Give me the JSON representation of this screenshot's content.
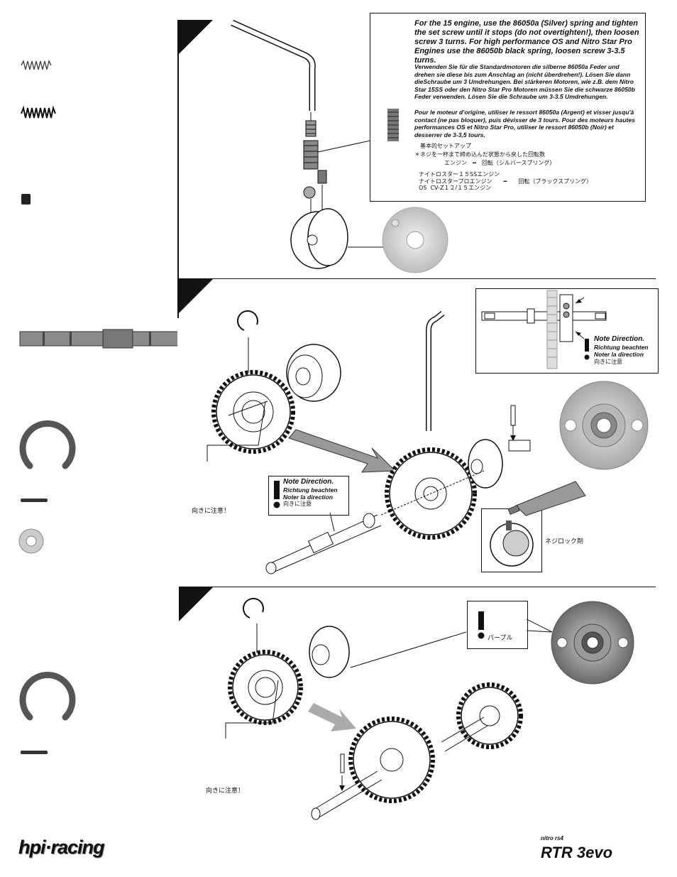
{
  "step1_note": {
    "english": "For the     15  engine, use the 86050a (Silver) spring and tighten the set screw until it stops (do not overtighten!), then loosen screw 3 turns. For high performance OS and Nitro Star Pro Engines use the 86050b black spring, loosen screw 3-3.5 turns.",
    "german": "Verwenden Sie für die Standardmotoren die silberne 86050a Feder und drehen sie diese bis zum Anschlag an (nicht überdrehen!). Lösen Sie dann dieSchraube um 3 Umdrehungen. Bei stärkeren Motoren, wie z.B. dem Nitro Star 15SS oder den Nitro Star Pro Motoren müssen Sie die schwarze 86050b Feder verwenden. Lösen Sie die Schraube um 3-3.5 Umdrehungen.",
    "french": "Pour le moteur d'origine, utiliser le ressort 86050a (Argent) et visser jusqu'à contact (ne pas bloquer), puis dévisser de 3 tours. Pour des moteurs hautes performances OS et Nitro Star Pro, utiliser le ressort 86050b (Noir) et desserrer de 3-3,5 tours.",
    "jp_line1": "基本的セットアップ",
    "jp_line2": "＊ネジを一杯まで締め込んだ状態から戻した回転数",
    "jp_line3": "エンジン　━　回転（シルバースプリング）",
    "jp_line4": "ナイトロスター１５SSエンジン\nナイトロスタープロエンジン　　━　　回転（ブラックスプリング）\nOS  CV-Z１２/１５エンジン"
  },
  "note_direction_top": {
    "english": "Note Direction.",
    "german": "Richtung beachten",
    "french": "Noter la direction",
    "japanese": "向きに注意"
  },
  "note_direction_mid": {
    "english": "Note Direction.",
    "german": "Richtung beachten",
    "french": "Noter la direction",
    "japanese": "向きに注意"
  },
  "jp_direction_step2": "向きに注意！",
  "jp_threadlock": "ネジロック剤",
  "jp_purple": "パープル",
  "jp_direction_step3": "向きに注意！",
  "footer": {
    "brand_left": "hpi·racing",
    "brand_right_small": "nitro rs4",
    "brand_right": "RTR 3evo"
  }
}
